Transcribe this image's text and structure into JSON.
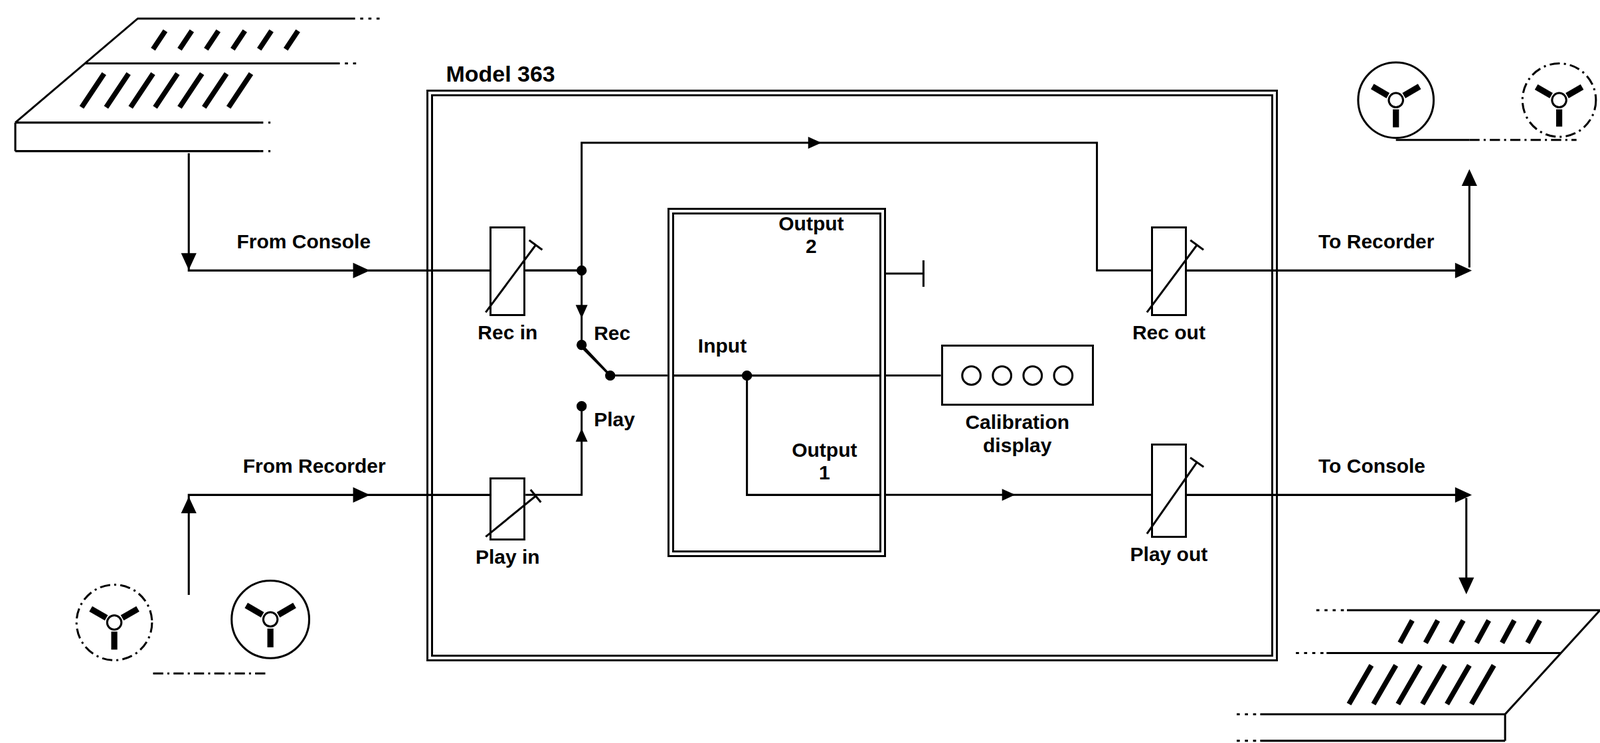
{
  "diagram": {
    "nodes": [
      {
        "text": [
          "Model 363"
        ]
      },
      {
        "text": [
          "Rec in"
        ],
        "in": 0
      },
      {
        "text": [
          "Play in"
        ],
        "in": 0
      },
      {
        "text": [
          "Output 2",
          "Input",
          "Output 1"
        ],
        "in": 0
      },
      {
        "text": [
          "Calibration display"
        ],
        "in": 0
      },
      {
        "text": [
          "Rec out"
        ],
        "in": 0
      },
      {
        "text": [
          "Play out"
        ],
        "in": 0
      }
    ],
    "edges": [
      {
        "from": 1,
        "to": 3,
        "arrow": "to"
      },
      {
        "from": 2,
        "to": 3,
        "arrow": "to"
      },
      {
        "from": 1,
        "to": 5,
        "arrow": "to"
      },
      {
        "from": 3,
        "to": 4,
        "arrow": "none"
      },
      {
        "from": 3,
        "to": 6,
        "arrow": "to"
      }
    ],
    "labels": [
      "From Console",
      "To Recorder",
      "From Recorder",
      "To Console",
      "Rec",
      "Play"
    ]
  }
}
